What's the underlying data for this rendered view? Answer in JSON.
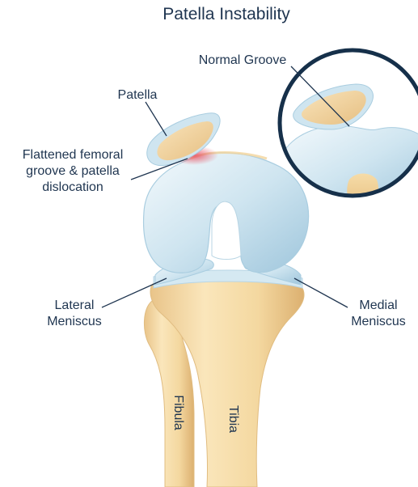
{
  "title": "Patella Instability",
  "labels": {
    "normal_groove": "Normal Groove",
    "patella": "Patella",
    "flattened_line1": "Flattened femoral",
    "flattened_line2": "groove & patella",
    "flattened_line3": "dislocation",
    "lateral_line1": "Lateral",
    "lateral_line2": "Meniscus",
    "medial_line1": "Medial",
    "medial_line2": "Meniscus",
    "fibula": "Fibula",
    "tibia": "Tibia"
  },
  "colors": {
    "text": "#1f3550",
    "bone": "#f4d9a4",
    "cartilage": "#c9e3ef",
    "dislocation_highlight": "#e85a6a",
    "inset_ring": "#16304a"
  }
}
